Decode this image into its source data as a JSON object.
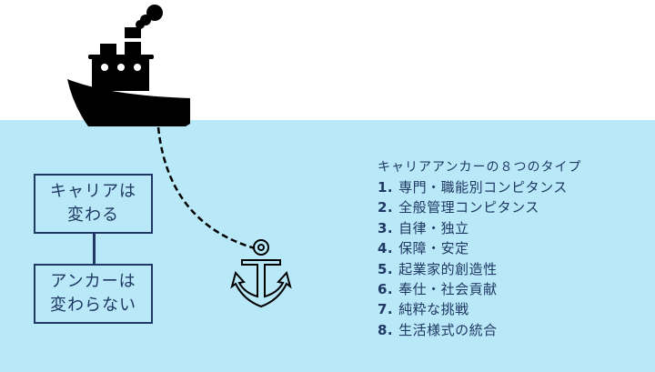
{
  "colors": {
    "sea": "#b9e8f8",
    "text": "#1f3864",
    "ship": "#000000"
  },
  "boxes": {
    "career": {
      "line1": "キャリアは",
      "line2": "変わる"
    },
    "anchor": {
      "line1": "アンカーは",
      "line2": "変わらない"
    }
  },
  "anchor_types": {
    "title": "キャリアアンカーの８つのタイプ",
    "items": [
      {
        "num": "1.",
        "label": "専門・職能別コンピタンス"
      },
      {
        "num": "2.",
        "label": "全般管理コンピタンス"
      },
      {
        "num": "3.",
        "label": "自律・独立"
      },
      {
        "num": "4.",
        "label": "保障・安定"
      },
      {
        "num": "5.",
        "label": "起業家的創造性"
      },
      {
        "num": "6.",
        "label": "奉仕・社会貢献"
      },
      {
        "num": "7.",
        "label": "純粋な挑戦"
      },
      {
        "num": "8.",
        "label": "生活様式の統合"
      }
    ]
  }
}
